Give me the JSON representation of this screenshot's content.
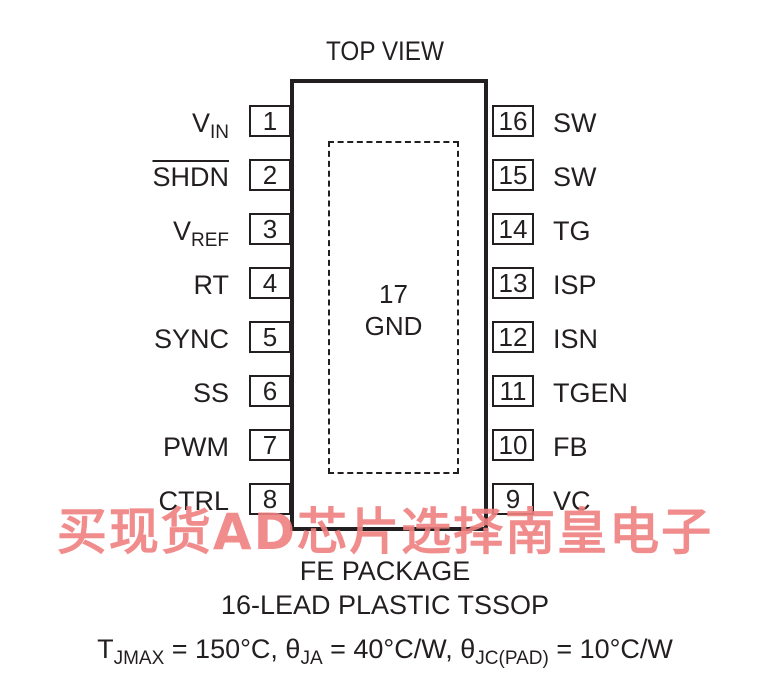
{
  "title": "TOP VIEW",
  "exposed_pad": {
    "number": "17",
    "name": "GND"
  },
  "pins_left": [
    {
      "number": "1",
      "main": "V",
      "sub": "IN",
      "overbar": false
    },
    {
      "number": "2",
      "main": "SHDN",
      "sub": "",
      "overbar": true
    },
    {
      "number": "3",
      "main": "V",
      "sub": "REF",
      "overbar": false
    },
    {
      "number": "4",
      "main": "RT",
      "sub": "",
      "overbar": false
    },
    {
      "number": "5",
      "main": "SYNC",
      "sub": "",
      "overbar": false
    },
    {
      "number": "6",
      "main": "SS",
      "sub": "",
      "overbar": false
    },
    {
      "number": "7",
      "main": "PWM",
      "sub": "",
      "overbar": false
    },
    {
      "number": "8",
      "main": "CTRL",
      "sub": "",
      "overbar": false
    }
  ],
  "pins_right": [
    {
      "number": "16",
      "label": "SW"
    },
    {
      "number": "15",
      "label": "SW"
    },
    {
      "number": "14",
      "label": "TG"
    },
    {
      "number": "13",
      "label": "ISP"
    },
    {
      "number": "12",
      "label": "ISN"
    },
    {
      "number": "11",
      "label": "TGEN"
    },
    {
      "number": "10",
      "label": "FB"
    },
    {
      "number": "9",
      "label": "VC"
    }
  ],
  "package": {
    "line1": "FE PACKAGE",
    "line2": "16-LEAD PLASTIC TSSOP"
  },
  "thermal": {
    "t_main": "T",
    "t_sub": "JMAX",
    "t_val": " = 150°C, ",
    "ja_main": "θ",
    "ja_sub": "JA",
    "ja_val": " = 40°C/W, ",
    "jc_main": "θ",
    "jc_sub": "JC(PAD)",
    "jc_val": " = 10°C/W"
  },
  "watermark": "买现货AD芯片选择南皇电子",
  "colors": {
    "ink": "#231f20",
    "watermark": "#f08080"
  }
}
